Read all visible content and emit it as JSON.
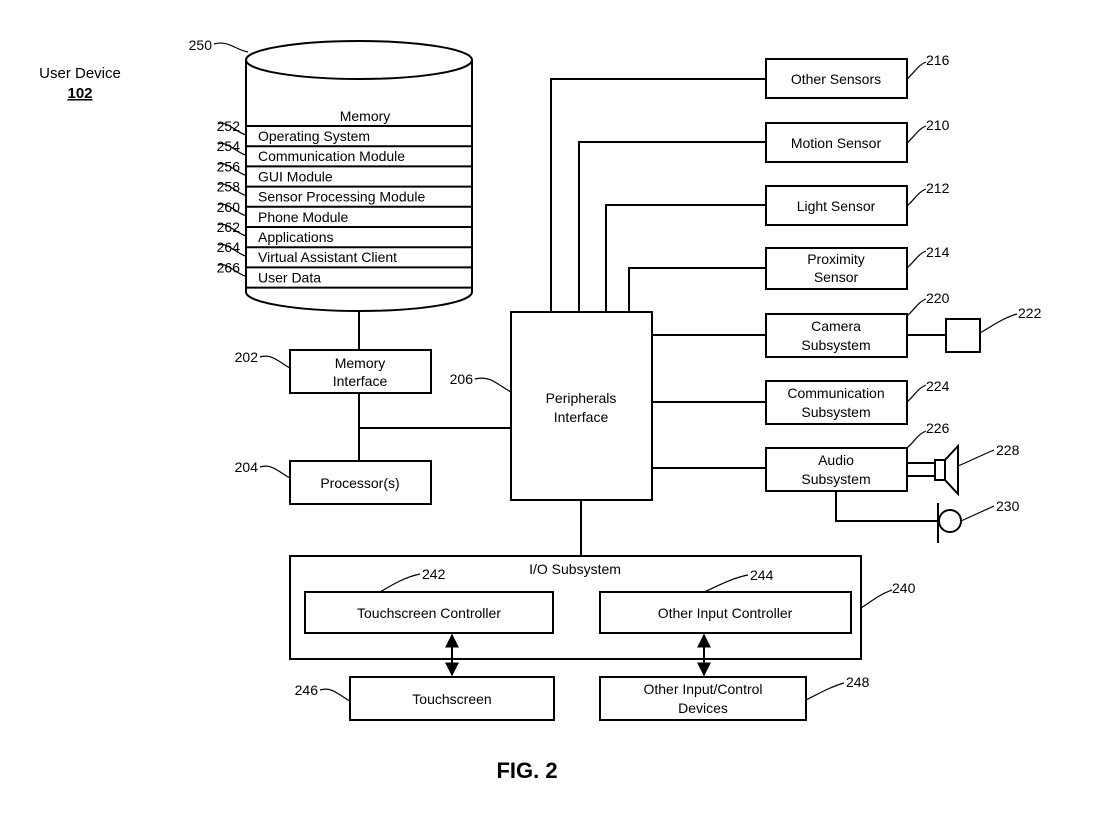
{
  "device": {
    "label": "User Device",
    "number": "102"
  },
  "memory": {
    "ref": "250",
    "title": "Memory",
    "rows": [
      {
        "ref": "252",
        "label": "Operating System"
      },
      {
        "ref": "254",
        "label": "Communication Module"
      },
      {
        "ref": "256",
        "label": "GUI Module"
      },
      {
        "ref": "258",
        "label": "Sensor Processing Module"
      },
      {
        "ref": "260",
        "label": "Phone Module"
      },
      {
        "ref": "262",
        "label": "Applications"
      },
      {
        "ref": "264",
        "label": "Virtual Assistant Client"
      },
      {
        "ref": "266",
        "label": "User Data"
      }
    ]
  },
  "memory_interface": {
    "ref": "202",
    "line1": "Memory",
    "line2": "Interface"
  },
  "processor": {
    "ref": "204",
    "label": "Processor(s)"
  },
  "peripherals": {
    "ref": "206",
    "line1": "Peripherals",
    "line2": "Interface"
  },
  "sensors": {
    "other": {
      "ref": "216",
      "label": "Other Sensors"
    },
    "motion": {
      "ref": "210",
      "label": "Motion Sensor"
    },
    "light": {
      "ref": "212",
      "label": "Light Sensor"
    },
    "proximity": {
      "ref": "214",
      "line1": "Proximity",
      "line2": "Sensor"
    }
  },
  "camera": {
    "ref": "220",
    "line1": "Camera",
    "line2": "Subsystem",
    "device_ref": "222"
  },
  "communication": {
    "ref": "224",
    "line1": "Communication",
    "line2": "Subsystem"
  },
  "audio": {
    "ref": "226",
    "line1": "Audio",
    "line2": "Subsystem",
    "speaker_ref": "228",
    "mic_ref": "230"
  },
  "io": {
    "ref": "240",
    "title": "I/O Subsystem",
    "touch_ctrl": {
      "ref": "242",
      "label": "Touchscreen Controller"
    },
    "other_ctrl": {
      "ref": "244",
      "label": "Other Input Controller"
    }
  },
  "touchscreen": {
    "ref": "246",
    "label": "Touchscreen"
  },
  "other_devices": {
    "ref": "248",
    "line1": "Other Input/Control",
    "line2": "Devices"
  },
  "figure_label": "FIG. 2"
}
